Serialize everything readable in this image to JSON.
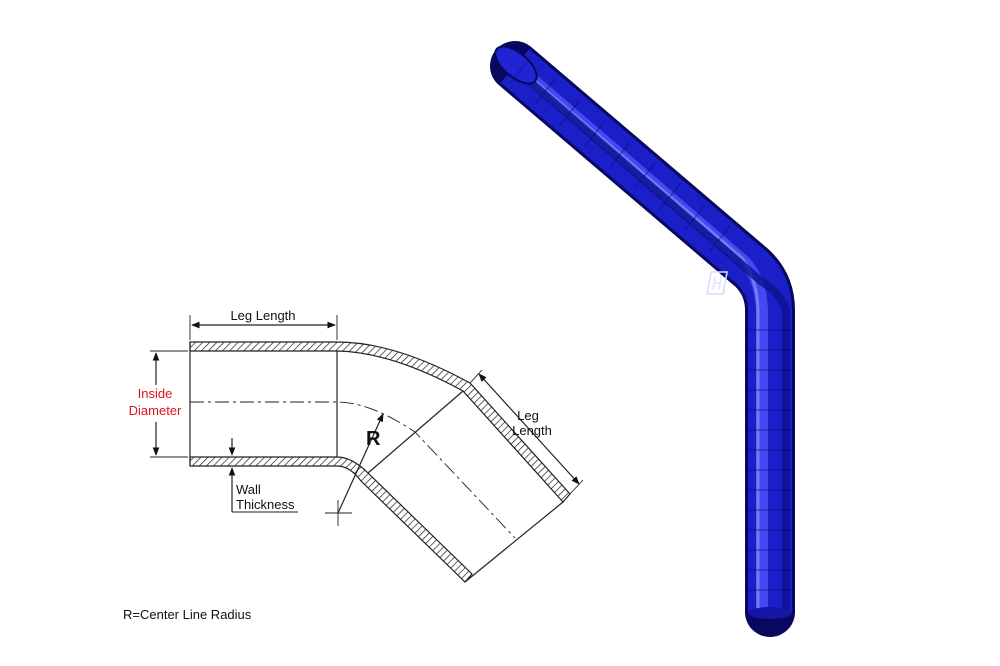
{
  "diagram": {
    "top_leg_label": "Leg Length",
    "side_leg_label_1": "Leg",
    "side_leg_label_2": "Length",
    "inside_diameter_1": "Inside",
    "inside_diameter_2": "Diameter",
    "wall_thickness_1": "Wall",
    "wall_thickness_2": "Thickness",
    "radius_symbol": "R",
    "footnote": "R=Center Line Radius",
    "colors": {
      "line": "#222222",
      "accent_label": "#e0141b"
    }
  },
  "product": {
    "icon": "silicone-hose-45-degree-elbow",
    "colors": {
      "hose": "#1a1fc8",
      "hose_dark": "#0b0e7a",
      "highlight": "#6f74ff"
    }
  }
}
